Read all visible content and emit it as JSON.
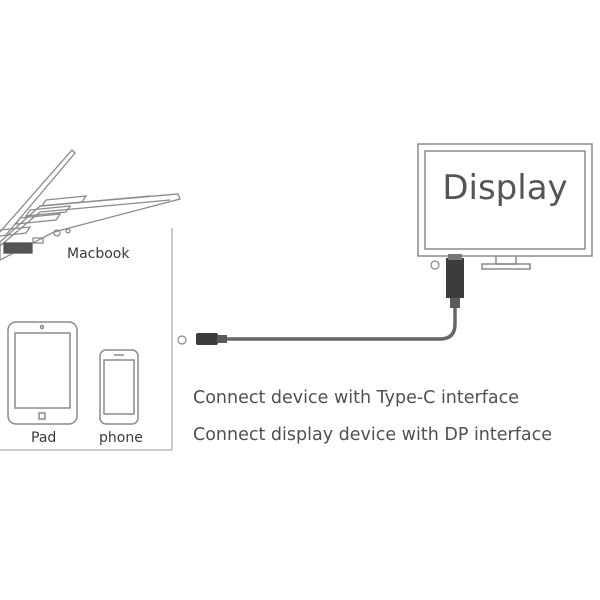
{
  "labels": {
    "macbook": "Macbook",
    "pad": "Pad",
    "phone": "phone",
    "display": "Display"
  },
  "descriptions": [
    "Connect device with Type-C interface",
    "Connect display device with DP interface"
  ],
  "colors": {
    "line": "#888888",
    "cable": "#666666",
    "connector": "#3c3c3c",
    "text": "#505050"
  }
}
